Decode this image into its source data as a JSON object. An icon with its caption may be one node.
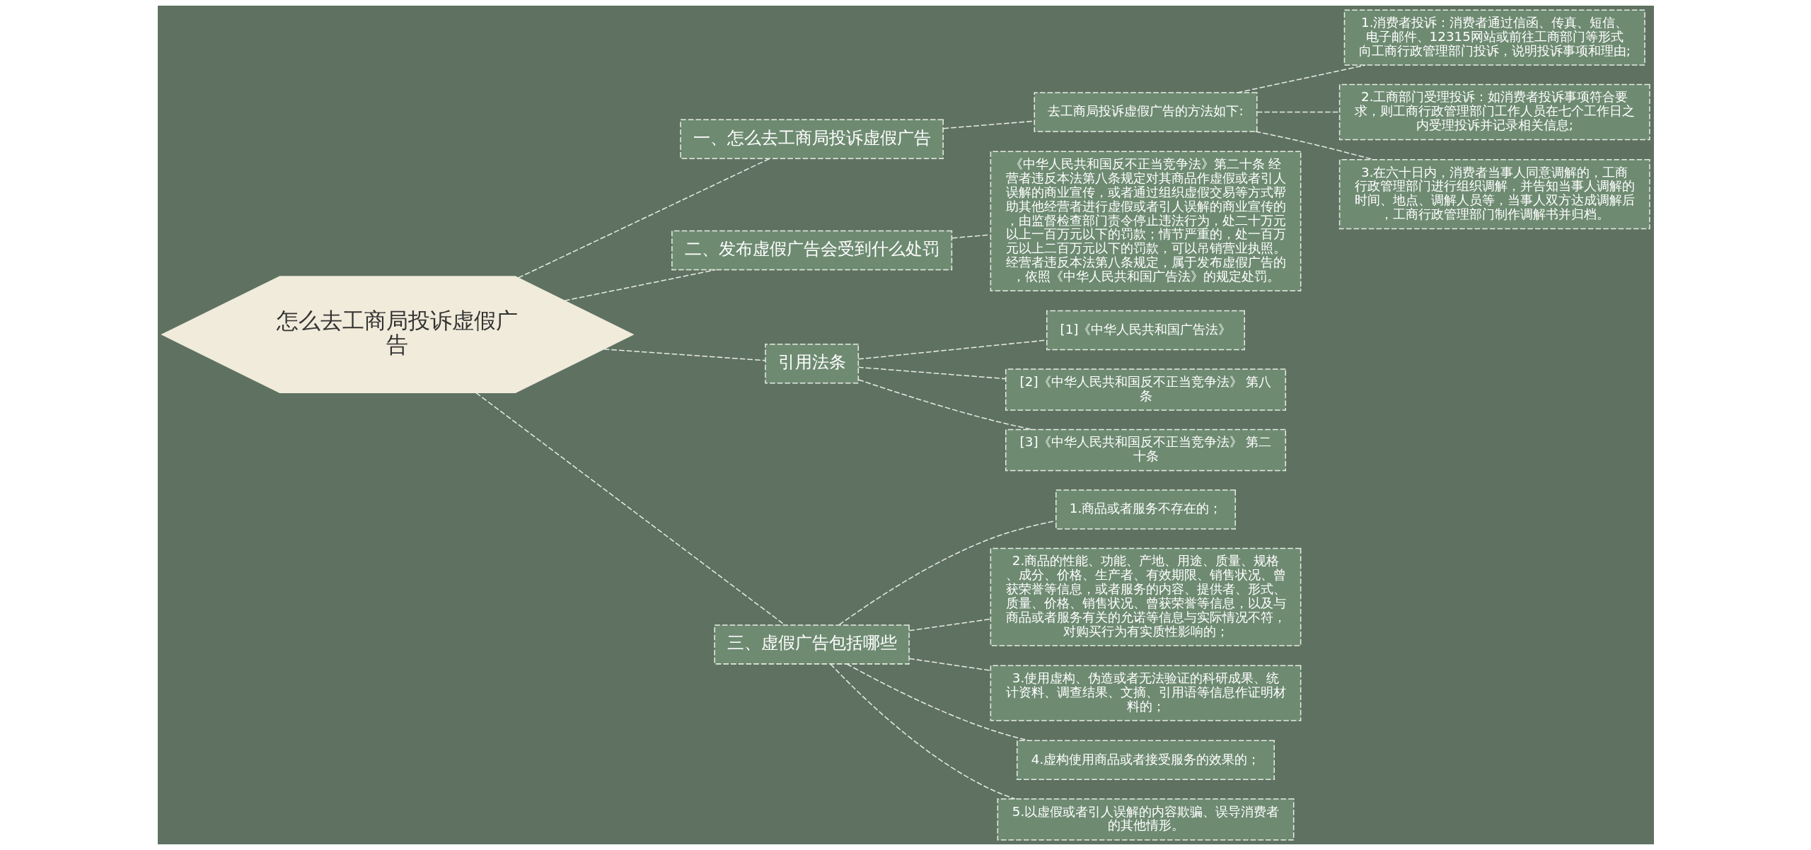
{
  "diagram": {
    "nodes": [
      {
        "text": [
          "怎么去工商局投诉虚假广告"
        ]
      },
      {
        "text": [
          "一、怎么去工商局投诉虚假广告"
        ]
      },
      {
        "text": [
          "去工商局投诉虚假广告的方法如下:"
        ]
      },
      {
        "text": [
          "1.消费者投诉：消费者通过信函、传真、短信、电子邮件、12315网站或前往工商部门等形式向工商行政管理部门投诉，说明投诉事项和理由;"
        ]
      },
      {
        "text": [
          "2.工商部门受理投诉：如消费者投诉事项符合要求，则工商行政管理部门工作人员在七个工作日之内受理投诉并记录相关信息;"
        ]
      },
      {
        "text": [
          "3.在六十日内，消费者当事人同意调解的，工商行政管理部门进行组织调解，并告知当事人调解的时间、地点、调解人员等，当事人双方达成调解后，工商行政管理部门制作调解书并归档。"
        ]
      },
      {
        "text": [
          "二、发布虚假广告会受到什么处罚"
        ]
      },
      {
        "text": [
          "《中华人民共和国反不正当竞争法》第二十条 经营者违反本法第八条规定对其商品作虚假或者引人误解的商业宣传，或者通过组织虚假交易等方式帮助其他经营者进行虚假或者引人误解的商业宣传的，由监督检查部门责令停止违法行为，处二十万元以上一百万元以下的罚款；情节严重的，处一百万元以上二百万元以下的罚款，可以吊销营业执照。经营者违反本法第八条规定，属于发布虚假广告的，依照《中华人民共和国广告法》的规定处罚。"
        ]
      },
      {
        "text": [
          "引用法条"
        ]
      },
      {
        "text": [
          "[1]《中华人民共和国广告法》"
        ]
      },
      {
        "text": [
          "[2]《中华人民共和国反不正当竞争法》 第八条"
        ]
      },
      {
        "text": [
          "[3]《中华人民共和国反不正当竞争法》 第二十条"
        ]
      },
      {
        "text": [
          "三、虚假广告包括哪些"
        ]
      },
      {
        "text": [
          "1.商品或者服务不存在的；"
        ]
      },
      {
        "text": [
          "2.商品的性能、功能、产地、用途、质量、规格、成分、价格、生产者、有效期限、销售状况、曾获荣誉等信息，或者服务的内容、提供者、形式、质量、价格、销售状况、曾获荣誉等信息，以及与商品或者服务有关的允诺等信息与实际情况不符，对购买行为有实质性影响的；"
        ]
      },
      {
        "text": [
          "3.使用虚构、伪造或者无法验证的科研成果、统计资料、调查结果、文摘、引用语等信息作证明材料的；"
        ]
      },
      {
        "text": [
          "4.虚构使用商品或者接受服务的效果的；"
        ]
      },
      {
        "text": [
          "5.以虚假或者引人误解的内容欺骗、误导消费者的其他情形。"
        ]
      }
    ],
    "edges": [
      {
        "from": 0,
        "to": 1,
        "arrow": "none",
        "style": "dashed"
      },
      {
        "from": 1,
        "to": 2,
        "arrow": "none",
        "style": "dashed"
      },
      {
        "from": 2,
        "to": 3,
        "arrow": "none",
        "style": "dashed"
      },
      {
        "from": 2,
        "to": 4,
        "arrow": "none",
        "style": "dashed"
      },
      {
        "from": 2,
        "to": 5,
        "arrow": "none",
        "style": "dashed"
      },
      {
        "from": 0,
        "to": 6,
        "arrow": "none",
        "style": "dashed"
      },
      {
        "from": 6,
        "to": 7,
        "arrow": "none",
        "style": "dashed"
      },
      {
        "from": 0,
        "to": 8,
        "arrow": "none",
        "style": "dashed"
      },
      {
        "from": 8,
        "to": 9,
        "arrow": "none",
        "style": "dashed"
      },
      {
        "from": 8,
        "to": 10,
        "arrow": "none",
        "style": "dashed"
      },
      {
        "from": 8,
        "to": 11,
        "arrow": "none",
        "style": "dashed"
      },
      {
        "from": 0,
        "to": 12,
        "arrow": "none",
        "style": "dashed"
      },
      {
        "from": 12,
        "to": 13,
        "arrow": "none",
        "style": "dashed"
      },
      {
        "from": 12,
        "to": 14,
        "arrow": "none",
        "style": "dashed"
      },
      {
        "from": 12,
        "to": 15,
        "arrow": "none",
        "style": "dashed"
      },
      {
        "from": 12,
        "to": 16,
        "arrow": "none",
        "style": "dashed"
      },
      {
        "from": 12,
        "to": 17,
        "arrow": "none",
        "style": "dashed"
      }
    ]
  }
}
